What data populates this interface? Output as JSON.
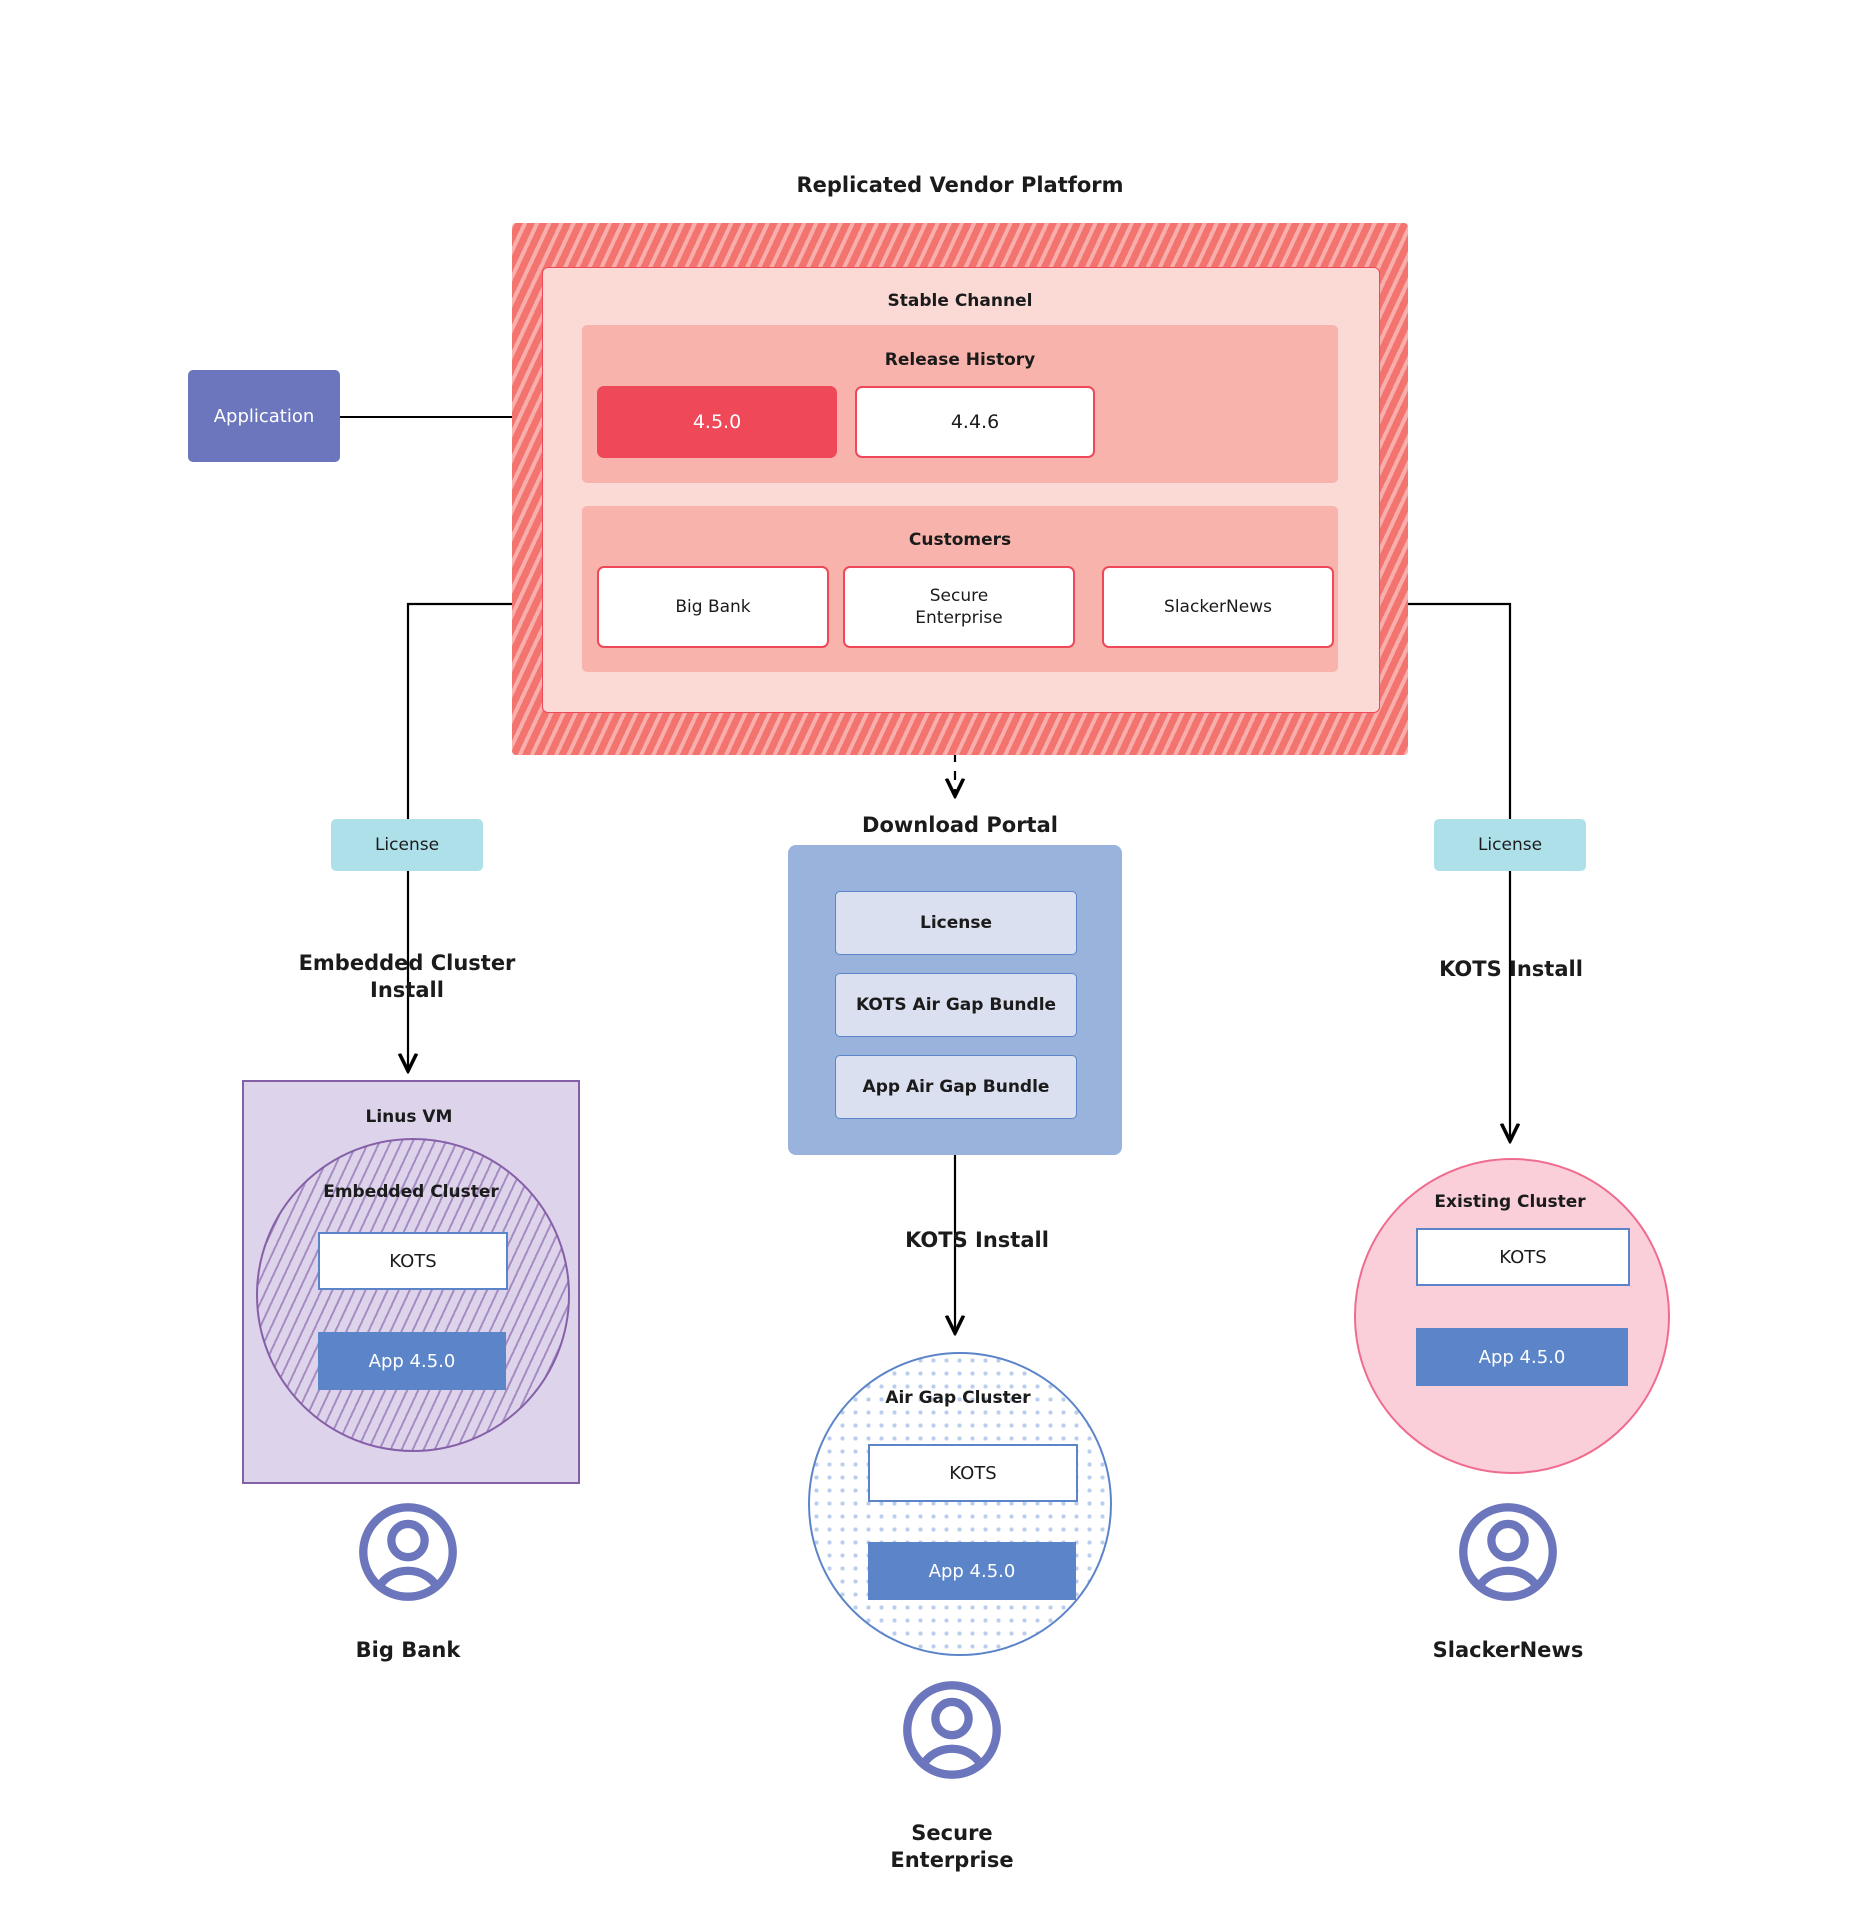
{
  "diagram": {
    "title": "Replicated Vendor Platform",
    "application": {
      "label": "Application"
    },
    "vendor_platform": {
      "title": "Replicated Vendor Platform",
      "channel": {
        "label": "Stable Channel",
        "release_history": {
          "label": "Release History",
          "releases": [
            {
              "version": "4.5.0",
              "state": "current"
            },
            {
              "version": "4.4.6",
              "state": "previous"
            }
          ]
        },
        "customers": {
          "label": "Customers",
          "items": [
            {
              "name": "Big Bank"
            },
            {
              "name": "Secure\nEnterprise"
            },
            {
              "name": "SlackerNews"
            }
          ]
        }
      }
    },
    "licenses": {
      "left": "License",
      "right": "License"
    },
    "install_labels": {
      "left": "Embedded Cluster\nInstall",
      "center": "KOTS Install",
      "right": "KOTS Install"
    },
    "download_portal": {
      "title": "Download  Portal",
      "items": [
        {
          "label": "License"
        },
        {
          "label": "KOTS Air Gap Bundle"
        },
        {
          "label": "App Air Gap Bundle"
        }
      ]
    },
    "targets": {
      "vm": {
        "label": "Linus VM",
        "cluster_label": "Embedded Cluster",
        "kots": "KOTS",
        "app": "App 4.5.0"
      },
      "airgap": {
        "cluster_label": "Air Gap Cluster",
        "kots": "KOTS",
        "app": "App 4.5.0"
      },
      "existing": {
        "cluster_label": "Existing Cluster",
        "kots": "KOTS",
        "app": "App 4.5.0"
      }
    },
    "personas": [
      {
        "name": "Big Bank"
      },
      {
        "name": "Secure\nEnterprise"
      },
      {
        "name": "SlackerNews"
      }
    ],
    "colors": {
      "platform_hatch": "#f3736f",
      "channel_bg": "#fbdad6",
      "section_bg": "#f8b4ac",
      "accent_red": "#ef4858",
      "application_purple": "#6b76bd",
      "license_cyan": "#aee0ea",
      "portal_blue": "#9ab3dd",
      "portal_item_blue": "#dbe0f0",
      "kots_border_blue": "#5b85c8",
      "app_blue": "#5b85c8",
      "vm_purple": "#ddd3ea",
      "vm_border_purple": "#8560a8",
      "existing_pink": "#fbcfda",
      "existing_border_pink": "#ef6c8e",
      "avatar_purple": "#6b76bd"
    }
  }
}
